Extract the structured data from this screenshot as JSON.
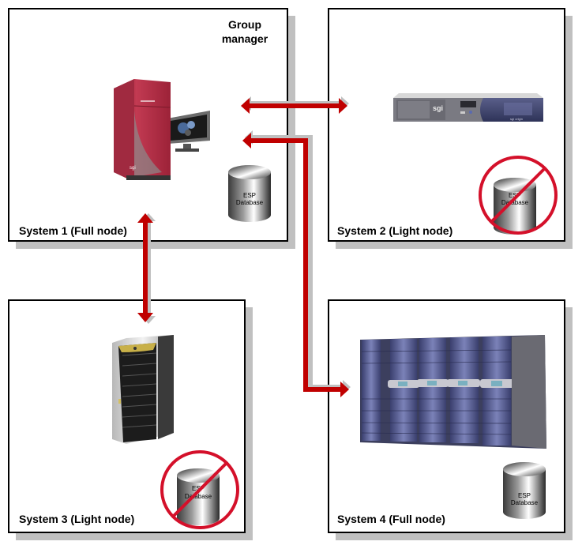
{
  "diagram": {
    "group_manager_label_line1": "Group",
    "group_manager_label_line2": "manager",
    "systems": [
      {
        "id": 1,
        "label": "System 1 (Full node)",
        "hardware": "red-workstation-with-monitor",
        "has_database": true
      },
      {
        "id": 2,
        "label": "System 2 (Light node)",
        "hardware": "rackmount-server",
        "has_database": false
      },
      {
        "id": 3,
        "label": "System 3 (Light node)",
        "hardware": "tower-server",
        "has_database": false
      },
      {
        "id": 4,
        "label": "System 4 (Full node)",
        "hardware": "supercomputer-cabinets",
        "has_database": true
      }
    ],
    "database": {
      "line1": "ESP",
      "line2": "Database"
    },
    "connections": [
      {
        "from": "System 1",
        "to": "System 2",
        "direction": "bidirectional"
      },
      {
        "from": "System 1",
        "to": "System 4",
        "direction": "bidirectional"
      },
      {
        "from": "System 1",
        "to": "System 3",
        "direction": "bidirectional"
      }
    ],
    "colors": {
      "arrow": "#c00000",
      "arrow_shadow": "#c0c0c0",
      "prohibit": "#d4102a",
      "box_border": "#000000",
      "box_shadow": "#c0c0c0"
    }
  }
}
